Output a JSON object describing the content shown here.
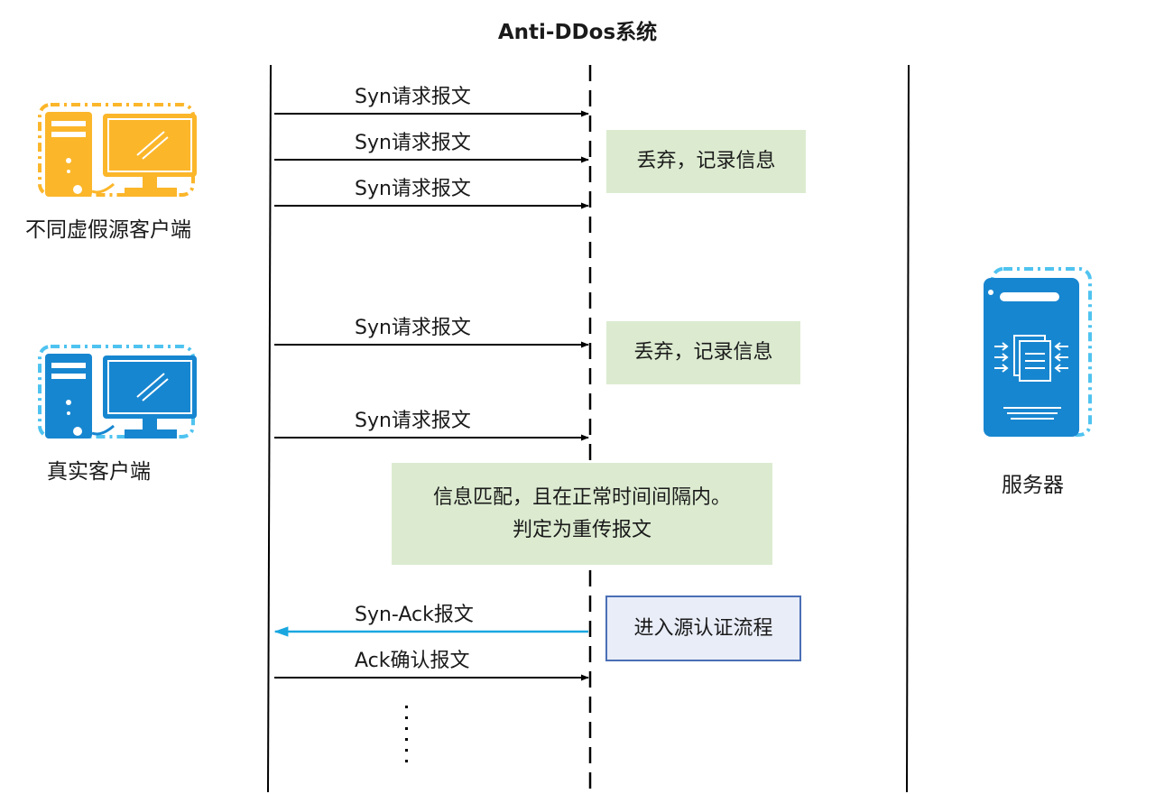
{
  "title": "Anti-DDos系统",
  "actors": {
    "fake_clients": "不同虚假源客户端",
    "real_client": "真实客户端",
    "server": "服务器"
  },
  "messages": [
    {
      "label": "Syn请求报文",
      "direction": "right",
      "color": "#000000"
    },
    {
      "label": "Syn请求报文",
      "direction": "right",
      "color": "#000000"
    },
    {
      "label": "Syn请求报文",
      "direction": "right",
      "color": "#000000"
    },
    {
      "label": "Syn请求报文",
      "direction": "right",
      "color": "#000000"
    },
    {
      "label": "Syn请求报文",
      "direction": "right",
      "color": "#000000"
    },
    {
      "label": "Syn-Ack报文",
      "direction": "left",
      "color": "#1aa7e0"
    },
    {
      "label": "Ack确认报文",
      "direction": "right",
      "color": "#000000"
    }
  ],
  "notes": {
    "discard_1": "丢弃，记录信息",
    "discard_2": "丢弃，记录信息",
    "match_line1": "信息匹配，且在正常时间间隔内。",
    "match_line2": "判定为重传报文",
    "auth": "进入源认证流程"
  },
  "colors": {
    "fake_client_icon": "#fbb62a",
    "real_client_icon": "#1786d0",
    "server_icon": "#1786d0",
    "note_green": "#dcebd0",
    "note_blue_fill": "#e9edf8",
    "note_blue_border": "#4a6fb5",
    "reply_arrow": "#1aa7e0"
  },
  "icons": {
    "fake_client": "desktop-computer-icon",
    "real_client": "desktop-computer-icon",
    "server": "server-icon"
  }
}
